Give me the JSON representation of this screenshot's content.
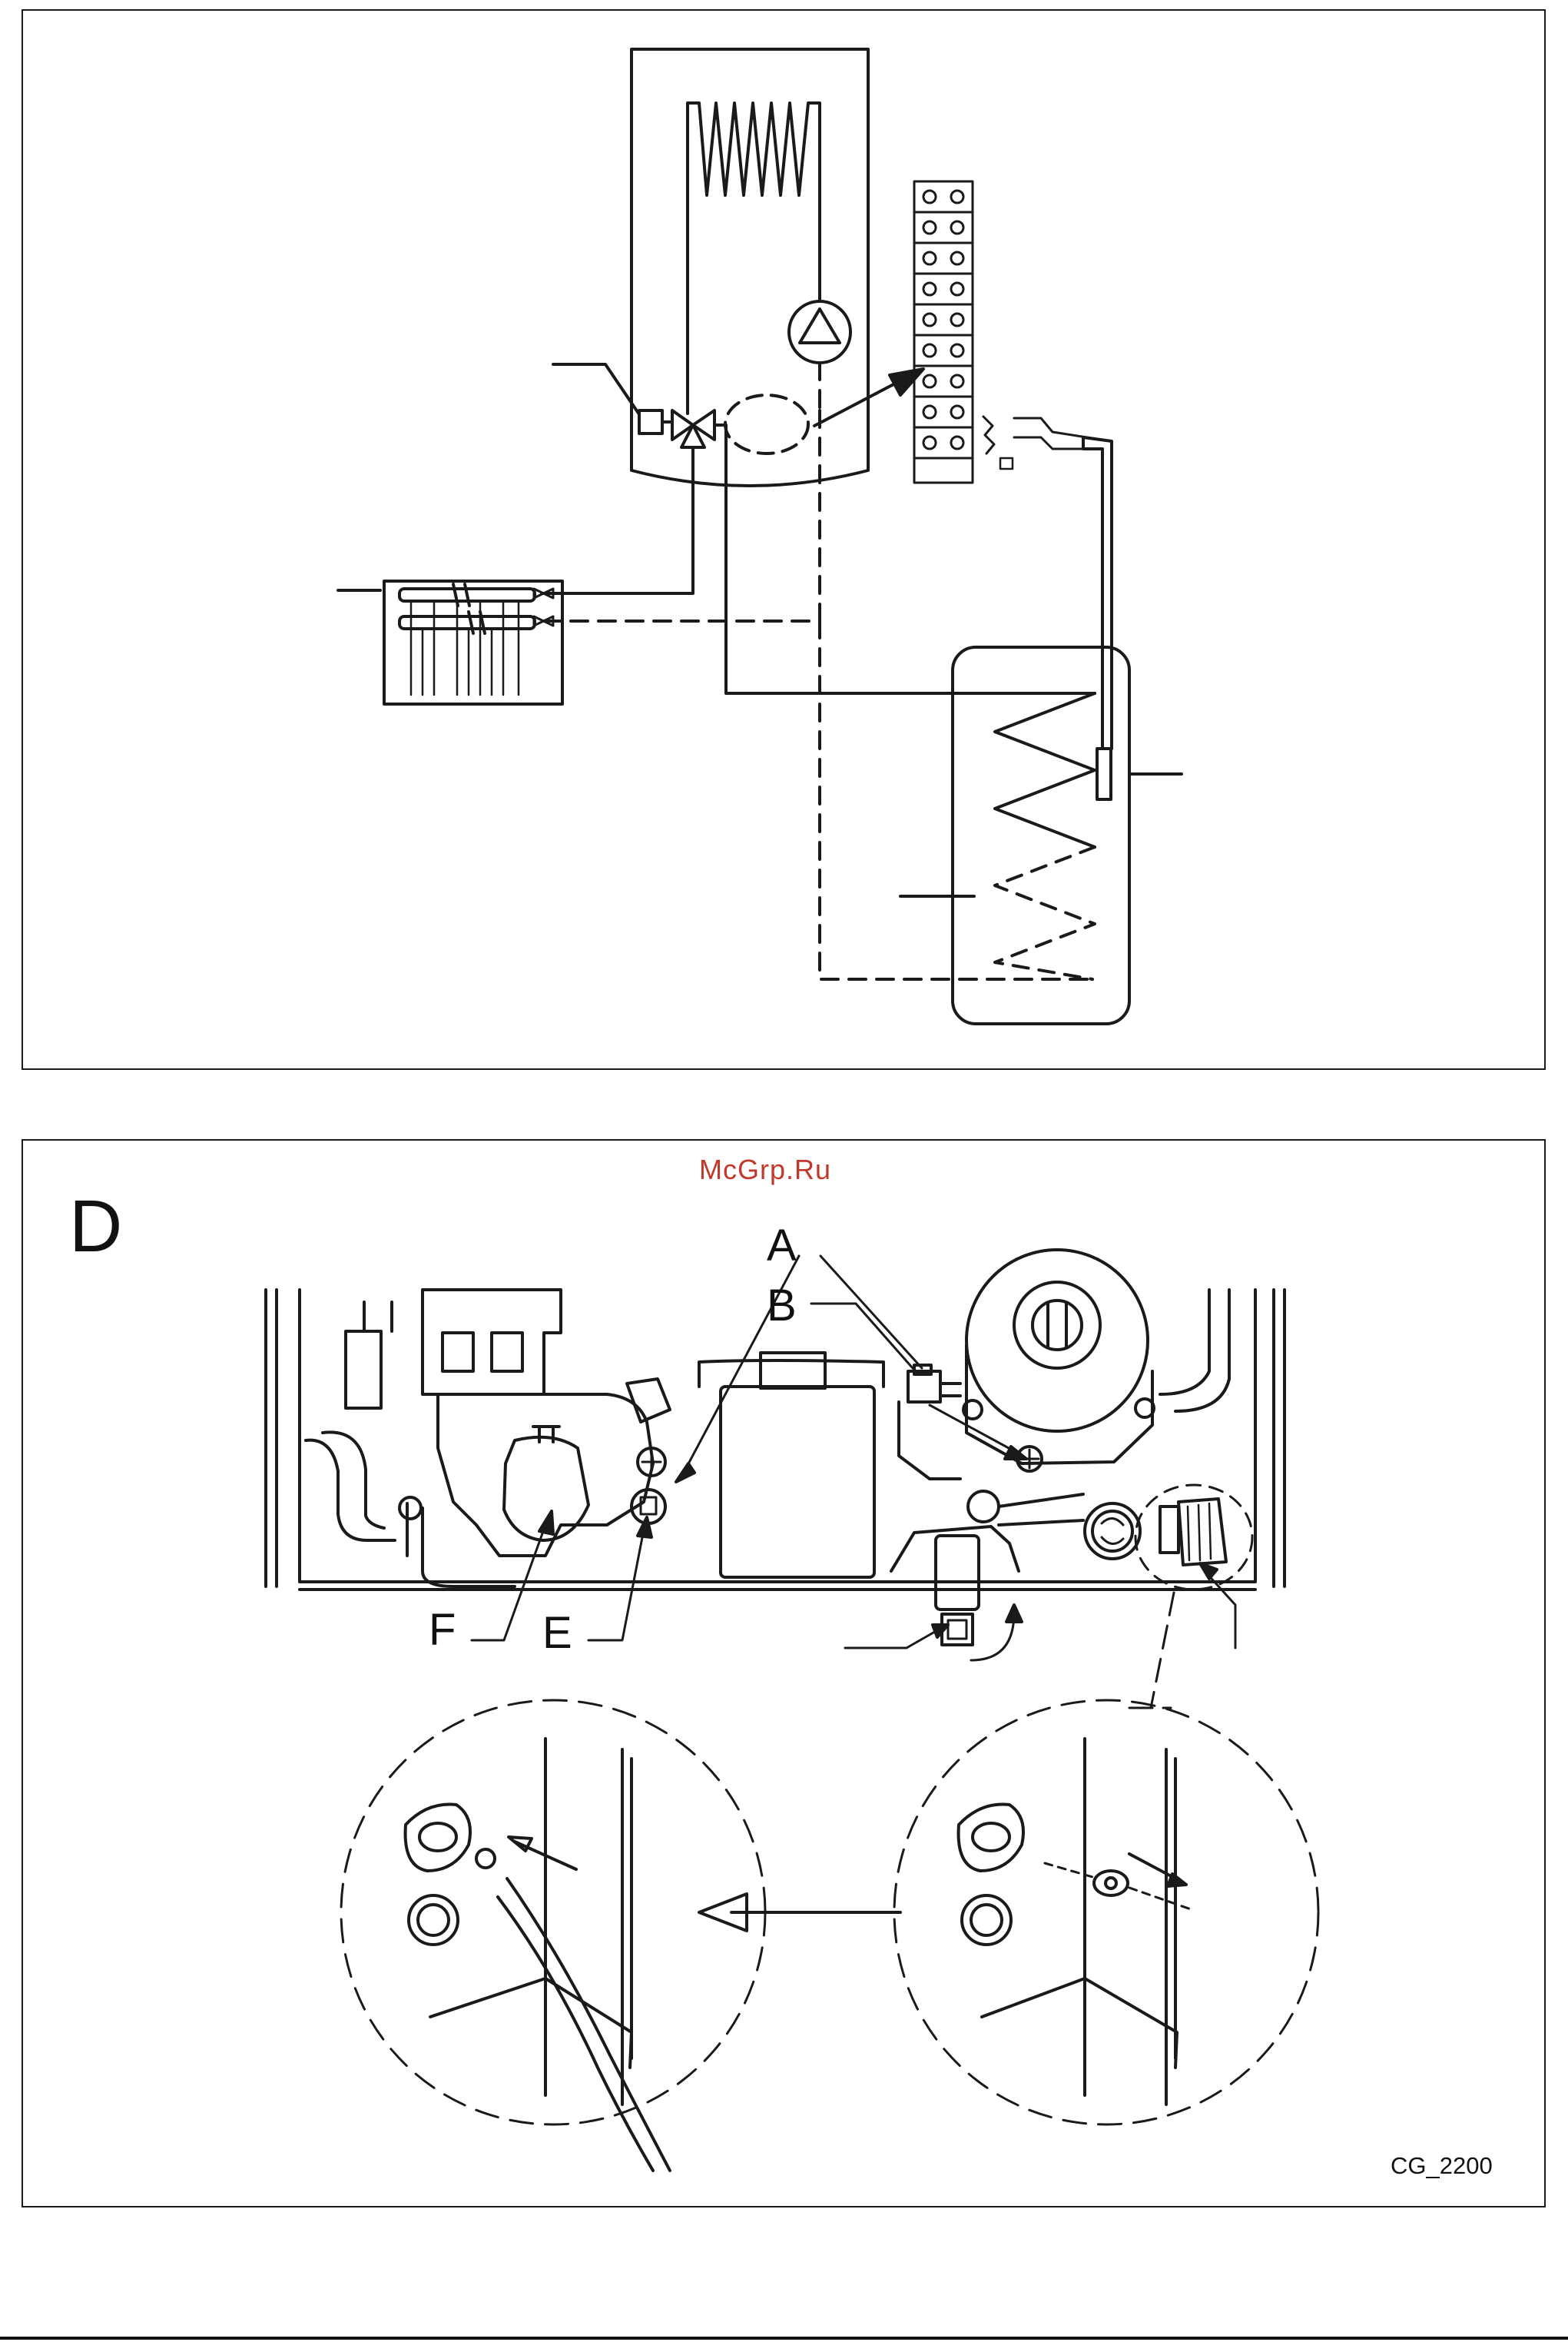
{
  "panel_letter": "D",
  "watermark": "McGrp.Ru",
  "callouts": {
    "a": "A",
    "b": "B",
    "e": "E",
    "f": "F"
  },
  "figure_code": "CG_2200",
  "colors": {
    "line": "#1a1a1a",
    "watermark": "#c0392b"
  }
}
